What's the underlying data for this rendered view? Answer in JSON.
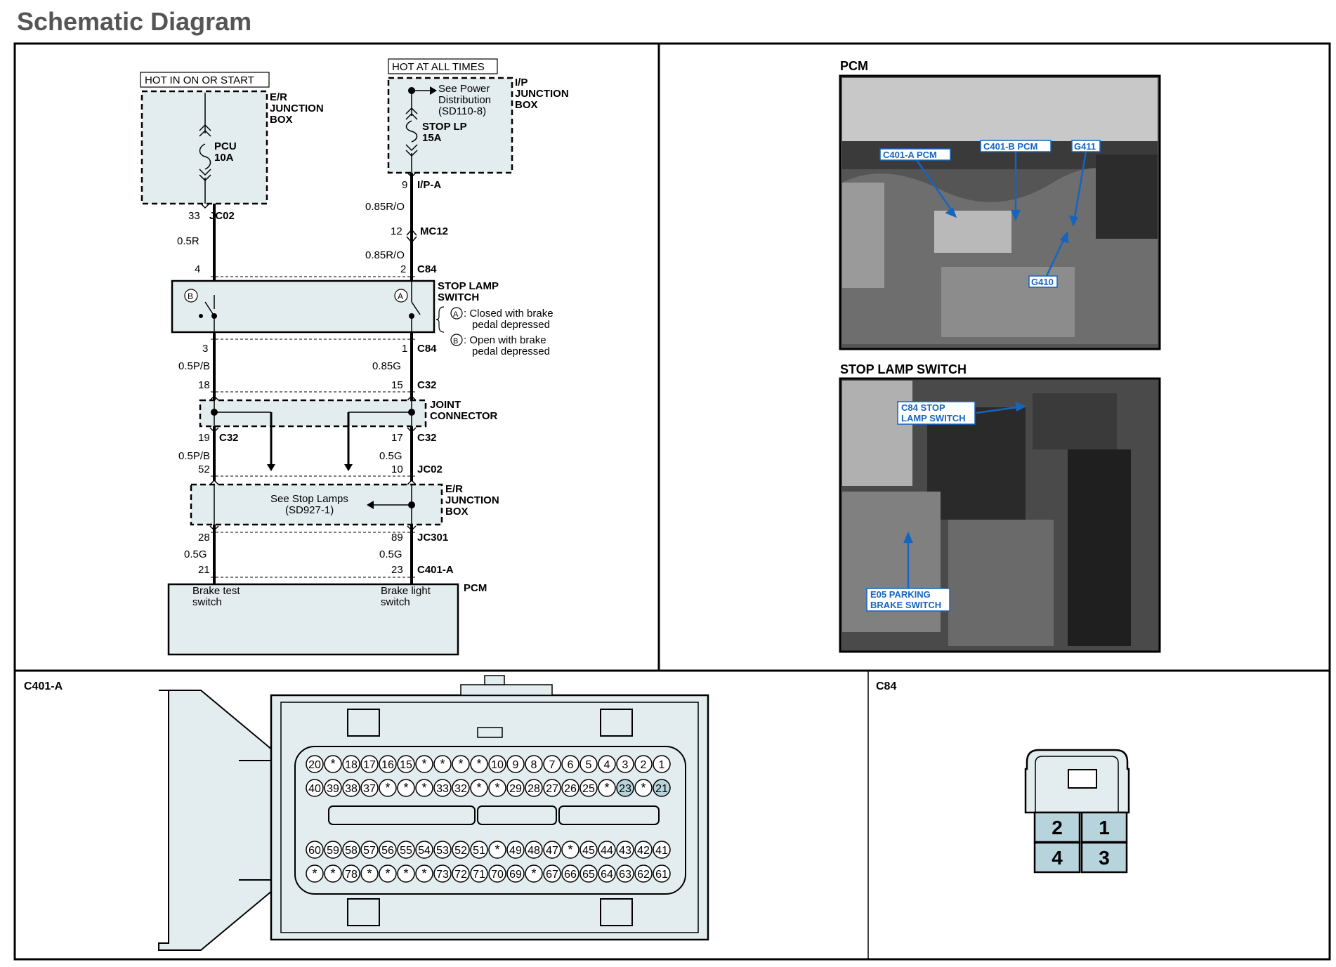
{
  "title": "Schematic Diagram",
  "colors": {
    "panel_fill": "#e3ecee",
    "blue_label": "#1565c0",
    "line": "#000000",
    "highlight": "#b7d3dc",
    "title_gray": "#555555"
  },
  "schematic": {
    "hot_run": "HOT IN ON OR START",
    "hot_all": "HOT AT ALL TIMES",
    "er_jb_line1": "E/R",
    "er_jb_line2": "JUNCTION",
    "er_jb_line3": "BOX",
    "ip_jb_line1": "I/P",
    "ip_jb_line2": "JUNCTION",
    "ip_jb_line3": "BOX",
    "pcu_fuse": "PCU",
    "pcu_amp": "10A",
    "stop_fuse": "STOP  LP",
    "stop_amp": "15A",
    "see_power_1": "See Power",
    "see_power_2": "Distribution",
    "see_power_3": "(SD110-8)",
    "pin_33": "33",
    "conn_jc02_top": "JC02",
    "wire_05r": "0.5R",
    "pin_9": "9",
    "conn_ipa": "I/P-A",
    "wire_085ro_1": "0.85R/O",
    "pin_12": "12",
    "conn_mc12": "MC12",
    "wire_085ro_2": "0.85R/O",
    "pin_4": "4",
    "pin_2": "2",
    "conn_c84_top": "C84",
    "sls_line1": "STOP  LAMP",
    "sls_line2": "SWITCH",
    "contact_b": "B",
    "contact_a": "A",
    "note_a_1": ": Closed with brake",
    "note_a_2": "pedal depressed",
    "note_b_1": ": Open with brake",
    "note_b_2": "pedal depressed",
    "pin_3": "3",
    "pin_1": "1",
    "conn_c84_bot": "C84",
    "wire_05pb_1": "0.5P/B",
    "wire_085g": "0.85G",
    "pin_18": "18",
    "pin_15": "15",
    "conn_c32_a": "C32",
    "jc_line1": "JOINT",
    "jc_line2": "CONNECTOR",
    "pin_19": "19",
    "conn_c32_b": "C32",
    "pin_17": "17",
    "conn_c32_c": "C32",
    "wire_05pb_2": "0.5P/B",
    "wire_05g_1": "0.5G",
    "pin_52": "52",
    "pin_10": "10",
    "conn_jc02_bot": "JC02",
    "see_stop_1": "See Stop Lamps",
    "see_stop_2": "(SD927-1)",
    "er_jb2_line1": "E/R",
    "er_jb2_line2": "JUNCTION",
    "er_jb2_line3": "BOX",
    "pin_28": "28",
    "pin_89": "89",
    "conn_jc301": "JC301",
    "wire_05g_2": "0.5G",
    "wire_05g_3": "0.5G",
    "pin_21": "21",
    "pin_23": "23",
    "conn_c401a": "C401-A",
    "pcm_label": "PCM",
    "brake_test_1": "Brake test",
    "brake_test_2": "switch",
    "brake_light_1": "Brake light",
    "brake_light_2": "switch"
  },
  "photos": {
    "pcm_title": "PCM",
    "pcm_tags": [
      "C401-A PCM",
      "C401-B PCM",
      "G411",
      "G410"
    ],
    "sls_title": "STOP LAMP SWITCH",
    "sls_tag1_l1": "C84 STOP",
    "sls_tag1_l2": "LAMP SWITCH",
    "sls_tag2_l1": "E05 PARKING",
    "sls_tag2_l2": "BRAKE SWITCH"
  },
  "c401a": {
    "label": "C401-A",
    "row1": [
      "20",
      "*",
      "18",
      "17",
      "16",
      "15",
      "*",
      "*",
      "*",
      "*",
      "10",
      "9",
      "8",
      "7",
      "6",
      "5",
      "4",
      "3",
      "2",
      "1"
    ],
    "row2": [
      "40",
      "39",
      "38",
      "37",
      "*",
      "*",
      "*",
      "33",
      "32",
      "*",
      "*",
      "29",
      "28",
      "27",
      "26",
      "25",
      "*",
      "23",
      "*",
      "21"
    ],
    "row3": [
      "60",
      "59",
      "58",
      "57",
      "56",
      "55",
      "54",
      "53",
      "52",
      "51",
      "*",
      "49",
      "48",
      "47",
      "*",
      "45",
      "44",
      "43",
      "42",
      "41"
    ],
    "row4": [
      "*",
      "*",
      "78",
      "*",
      "*",
      "*",
      "*",
      "73",
      "72",
      "71",
      "70",
      "69",
      "*",
      "67",
      "66",
      "65",
      "64",
      "63",
      "62",
      "61"
    ],
    "highlighted": [
      "23",
      "21"
    ]
  },
  "c84": {
    "label": "C84",
    "pins": [
      "2",
      "1",
      "4",
      "3"
    ]
  }
}
